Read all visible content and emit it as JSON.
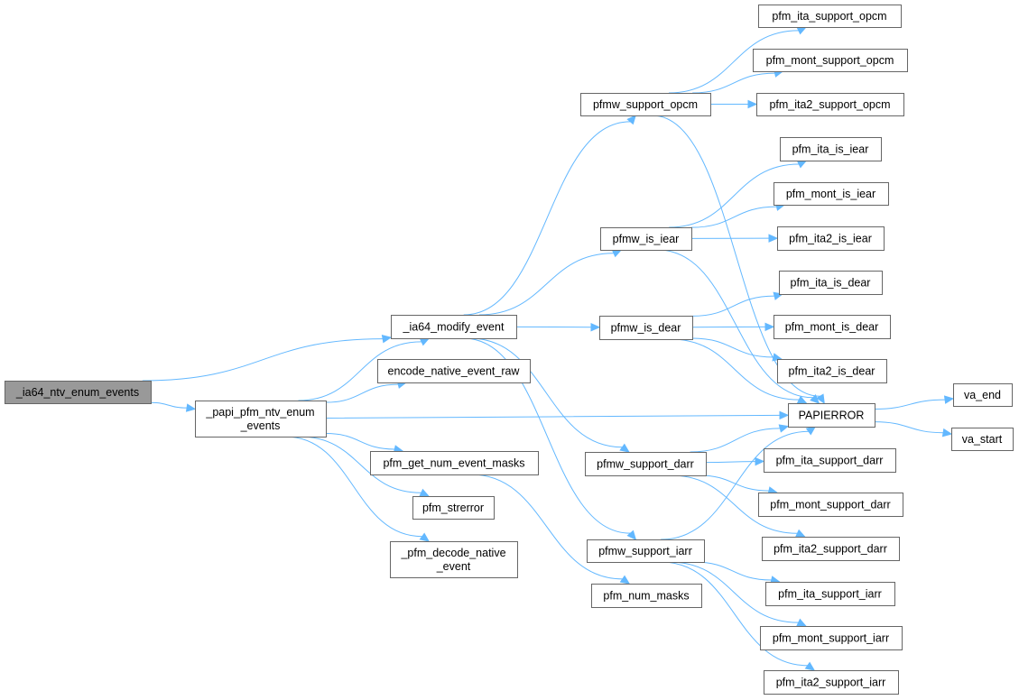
{
  "graph": {
    "root": "n0",
    "nodes": [
      {
        "id": "n0",
        "lines": [
          "_ia64_ntv_enum_events"
        ]
      },
      {
        "id": "n1",
        "lines": [
          "_papi_pfm_ntv_enum",
          "_events"
        ]
      },
      {
        "id": "n2",
        "lines": [
          "_ia64_modify_event"
        ]
      },
      {
        "id": "n3",
        "lines": [
          "encode_native_event_raw"
        ]
      },
      {
        "id": "n4",
        "lines": [
          "pfm_get_num_event_masks"
        ]
      },
      {
        "id": "n5",
        "lines": [
          "pfm_strerror"
        ]
      },
      {
        "id": "n6",
        "lines": [
          "_pfm_decode_native",
          "_event"
        ]
      },
      {
        "id": "n7",
        "lines": [
          "pfmw_support_opcm"
        ]
      },
      {
        "id": "n8",
        "lines": [
          "pfmw_is_iear"
        ]
      },
      {
        "id": "n9",
        "lines": [
          "pfmw_is_dear"
        ]
      },
      {
        "id": "n10",
        "lines": [
          "pfmw_support_darr"
        ]
      },
      {
        "id": "n11",
        "lines": [
          "pfmw_support_iarr"
        ]
      },
      {
        "id": "n12",
        "lines": [
          "pfm_num_masks"
        ]
      },
      {
        "id": "n13",
        "lines": [
          "pfm_ita_support_opcm"
        ]
      },
      {
        "id": "n14",
        "lines": [
          "pfm_mont_support_opcm"
        ]
      },
      {
        "id": "n15",
        "lines": [
          "pfm_ita2_support_opcm"
        ]
      },
      {
        "id": "n16",
        "lines": [
          "pfm_ita_is_iear"
        ]
      },
      {
        "id": "n17",
        "lines": [
          "pfm_mont_is_iear"
        ]
      },
      {
        "id": "n18",
        "lines": [
          "pfm_ita2_is_iear"
        ]
      },
      {
        "id": "n19",
        "lines": [
          "pfm_ita_is_dear"
        ]
      },
      {
        "id": "n20",
        "lines": [
          "pfm_mont_is_dear"
        ]
      },
      {
        "id": "n21",
        "lines": [
          "pfm_ita2_is_dear"
        ]
      },
      {
        "id": "n22",
        "lines": [
          "PAPIERROR"
        ]
      },
      {
        "id": "n23",
        "lines": [
          "va_end"
        ]
      },
      {
        "id": "n24",
        "lines": [
          "va_start"
        ]
      },
      {
        "id": "n25",
        "lines": [
          "pfm_ita_support_darr"
        ]
      },
      {
        "id": "n26",
        "lines": [
          "pfm_mont_support_darr"
        ]
      },
      {
        "id": "n27",
        "lines": [
          "pfm_ita2_support_darr"
        ]
      },
      {
        "id": "n28",
        "lines": [
          "pfm_ita_support_iarr"
        ]
      },
      {
        "id": "n29",
        "lines": [
          "pfm_mont_support_iarr"
        ]
      },
      {
        "id": "n30",
        "lines": [
          "pfm_ita2_support_iarr"
        ]
      }
    ],
    "edges": [
      [
        "n0",
        "n2"
      ],
      [
        "n0",
        "n1"
      ],
      [
        "n1",
        "n2"
      ],
      [
        "n1",
        "n3"
      ],
      [
        "n1",
        "n22"
      ],
      [
        "n1",
        "n4"
      ],
      [
        "n1",
        "n5"
      ],
      [
        "n1",
        "n6"
      ],
      [
        "n2",
        "n7"
      ],
      [
        "n2",
        "n8"
      ],
      [
        "n2",
        "n9"
      ],
      [
        "n2",
        "n10"
      ],
      [
        "n2",
        "n11"
      ],
      [
        "n4",
        "n12"
      ],
      [
        "n7",
        "n13"
      ],
      [
        "n7",
        "n14"
      ],
      [
        "n7",
        "n15"
      ],
      [
        "n7",
        "n22"
      ],
      [
        "n8",
        "n16"
      ],
      [
        "n8",
        "n17"
      ],
      [
        "n8",
        "n18"
      ],
      [
        "n8",
        "n22"
      ],
      [
        "n9",
        "n19"
      ],
      [
        "n9",
        "n20"
      ],
      [
        "n9",
        "n21"
      ],
      [
        "n9",
        "n22"
      ],
      [
        "n10",
        "n25"
      ],
      [
        "n10",
        "n26"
      ],
      [
        "n10",
        "n27"
      ],
      [
        "n10",
        "n22"
      ],
      [
        "n11",
        "n28"
      ],
      [
        "n11",
        "n29"
      ],
      [
        "n11",
        "n30"
      ],
      [
        "n11",
        "n22"
      ],
      [
        "n22",
        "n23"
      ],
      [
        "n22",
        "n24"
      ]
    ],
    "colors": {
      "edge": "#63b8ff",
      "root_fill": "#999999",
      "border": "#666666"
    }
  }
}
